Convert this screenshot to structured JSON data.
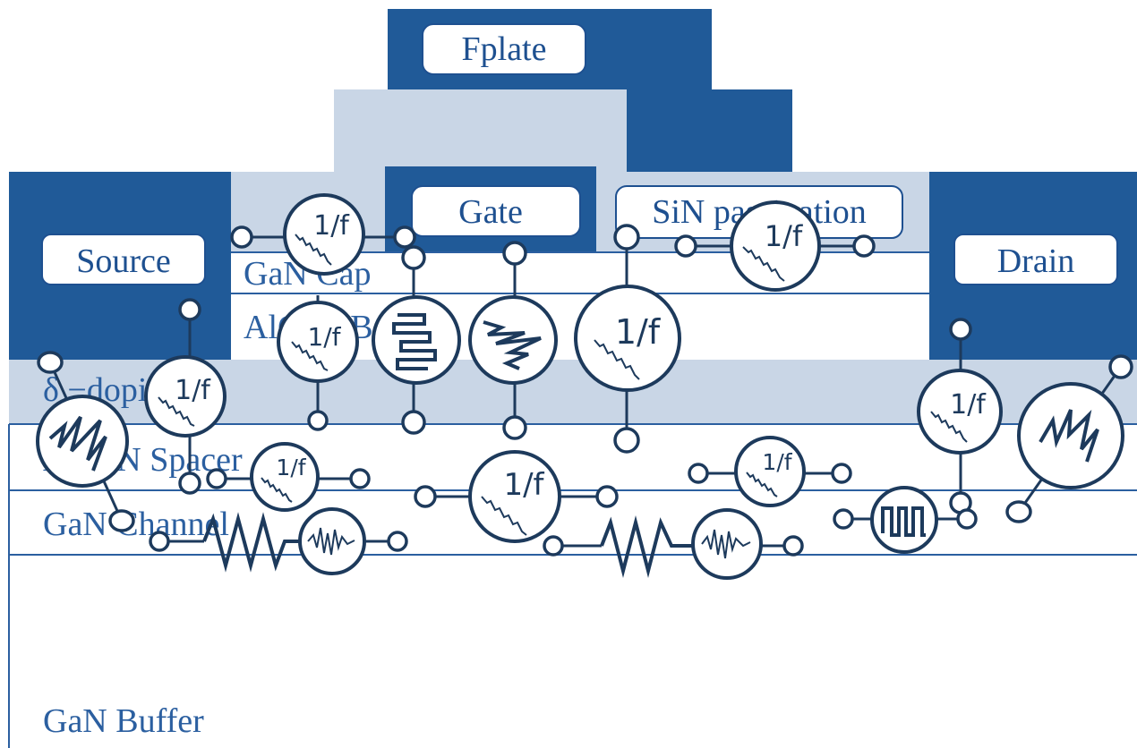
{
  "regions": {
    "fplate": "Fplate",
    "gate": "Gate",
    "sin_passivation": "SiN passivation",
    "source": "Source",
    "drain": "Drain",
    "gan_cap": "GaN Cap",
    "algan_barrier": "AlGaN Barrier",
    "delta_doping": "δ −doping",
    "algan_spacer": "AlGaN Spacer",
    "gan_channel": "GaN Channel",
    "gan_buffer": "GaN Buffer"
  },
  "noise_label": "1/f",
  "colors": {
    "metal": "#205a98",
    "passivation": "#c9d6e6",
    "layer_text": "#2b5fa0",
    "noise_symbol": "#1d3a5c"
  }
}
